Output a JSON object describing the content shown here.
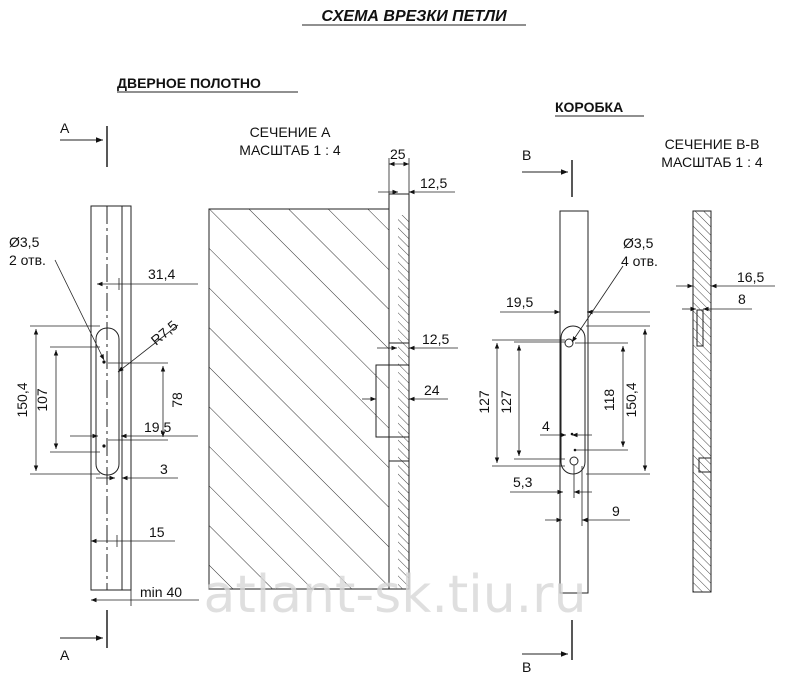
{
  "title": "СХЕМА ВРЕЗКИ ПЕТЛИ",
  "left": {
    "heading": "ДВЕРНОЕ ПОЛОТНО",
    "section_mark": "А",
    "hole_label_1": "Ø3,5",
    "hole_label_2": "2 отв.",
    "dims": {
      "d31_4": "31,4",
      "r7_5": "R7,5",
      "d150_4": "150,4",
      "d107": "107",
      "d78": "78",
      "d19_5": "19,5",
      "d3": "3",
      "d15": "15",
      "min40": "min 40"
    }
  },
  "section_a": {
    "label_1": "СЕЧЕНИЕ А",
    "label_2": "МАСШТАБ 1 : 4",
    "dims": {
      "d25": "25",
      "d12_5a": "12,5",
      "d12_5b": "12,5",
      "d24": "24"
    }
  },
  "right": {
    "heading": "КОРОБКА",
    "section_mark": "В",
    "hole_label_1": "Ø3,5",
    "hole_label_2": "4 отв.",
    "dims": {
      "d19_5": "19,5",
      "d127a": "127",
      "d127b": "127",
      "d118": "118",
      "d150_4": "150,4",
      "d4": "4",
      "d5_3": "5,3",
      "d9": "9"
    }
  },
  "section_b": {
    "label_1": "СЕЧЕНИЕ В-В",
    "label_2": "МАСШТАБ 1 : 4",
    "dims": {
      "d16_5": "16,5",
      "d8": "8"
    }
  },
  "watermark": "atlant-sk.tiu.ru"
}
